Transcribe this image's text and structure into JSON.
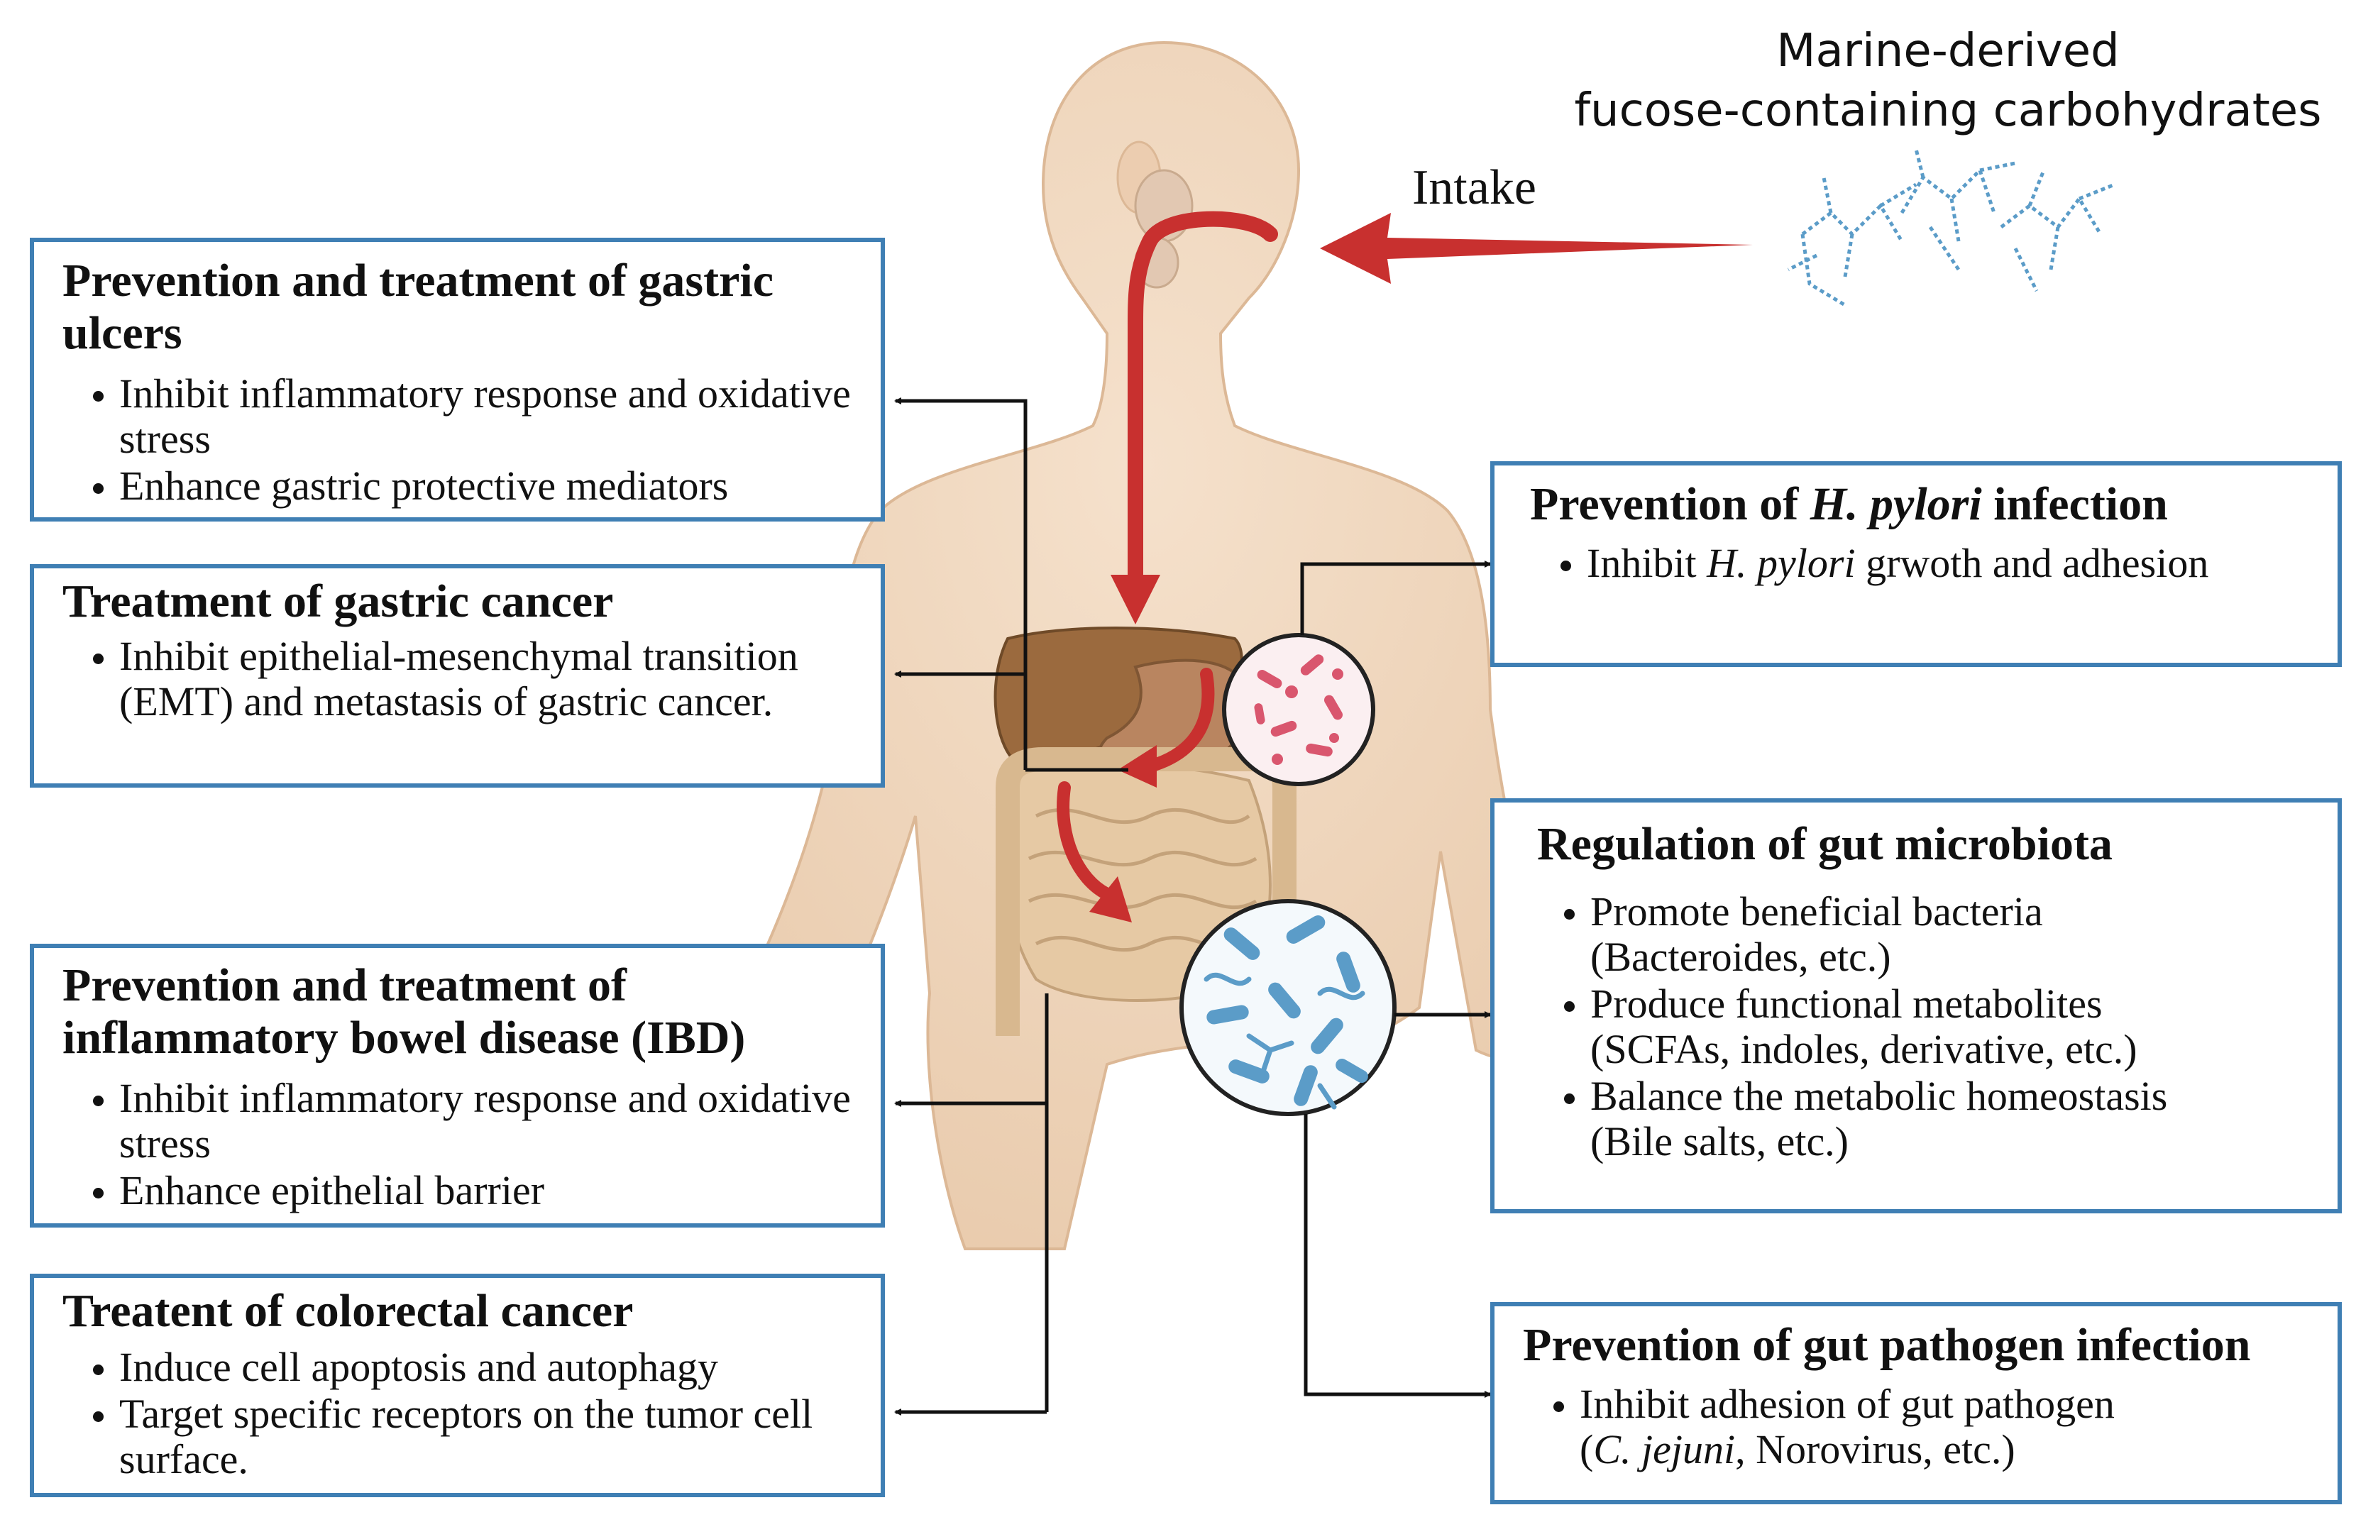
{
  "header": {
    "line1": "Marine-derived",
    "line2": "fucose-containing carbohydrates"
  },
  "intake_label": "Intake",
  "colors": {
    "box_border": "#3f7fb4",
    "red_arrow": "#c8302f",
    "body_skin": "#f0d6bd",
    "organ_liver": "#9b6a3e",
    "intestine": "#e6c9a4",
    "microbe_blue": "#5b9cc8",
    "pathogen_pink": "#d9566e",
    "connector": "#111111"
  },
  "boxes": {
    "gastric_ulcers": {
      "title": "Prevention and treatment of gastric ulcers",
      "items": [
        "Inhibit inflammatory response and oxidative stress",
        "Enhance gastric protective mediators"
      ]
    },
    "gastric_cancer": {
      "title": "Treatment of gastric cancer",
      "items": [
        "Inhibit epithelial-mesenchymal transition (EMT) and metastasis of gastric cancer."
      ]
    },
    "ibd": {
      "title": "Prevention and treatment of inflammatory bowel disease (IBD)",
      "items": [
        "Inhibit inflammatory response and oxidative stress",
        "Enhance epithelial barrier"
      ]
    },
    "colorectal": {
      "title": "Treatent of colorectal cancer",
      "items": [
        "Induce cell apoptosis and autophagy",
        "Target specific receptors on the tumor cell surface."
      ]
    },
    "hpylori": {
      "title_pre": "Prevention of ",
      "title_italic": "H. pylori",
      "title_post": " infection",
      "item_pre": "Inhibit ",
      "item_italic": "H. pylori",
      "item_post": " grwoth and adhesion"
    },
    "microbiota": {
      "title": "Regulation of gut microbiota",
      "items": [
        {
          "main": "Promote beneficial bacteria",
          "sub": "(Bacteroides, etc.)"
        },
        {
          "main": "Produce functional metabolites",
          "sub": "(SCFAs, indoles, derivative, etc.)"
        },
        {
          "main": "Balance the metabolic homeostasis",
          "sub": "(Bile salts, etc.)"
        }
      ]
    },
    "pathogen": {
      "title": "Prevention of gut pathogen infection",
      "item_main": "Inhibit adhesion of gut pathogen",
      "sub_open": "(",
      "sub_italic": "C. jejuni",
      "sub_rest": ", Norovirus, etc.)"
    }
  }
}
